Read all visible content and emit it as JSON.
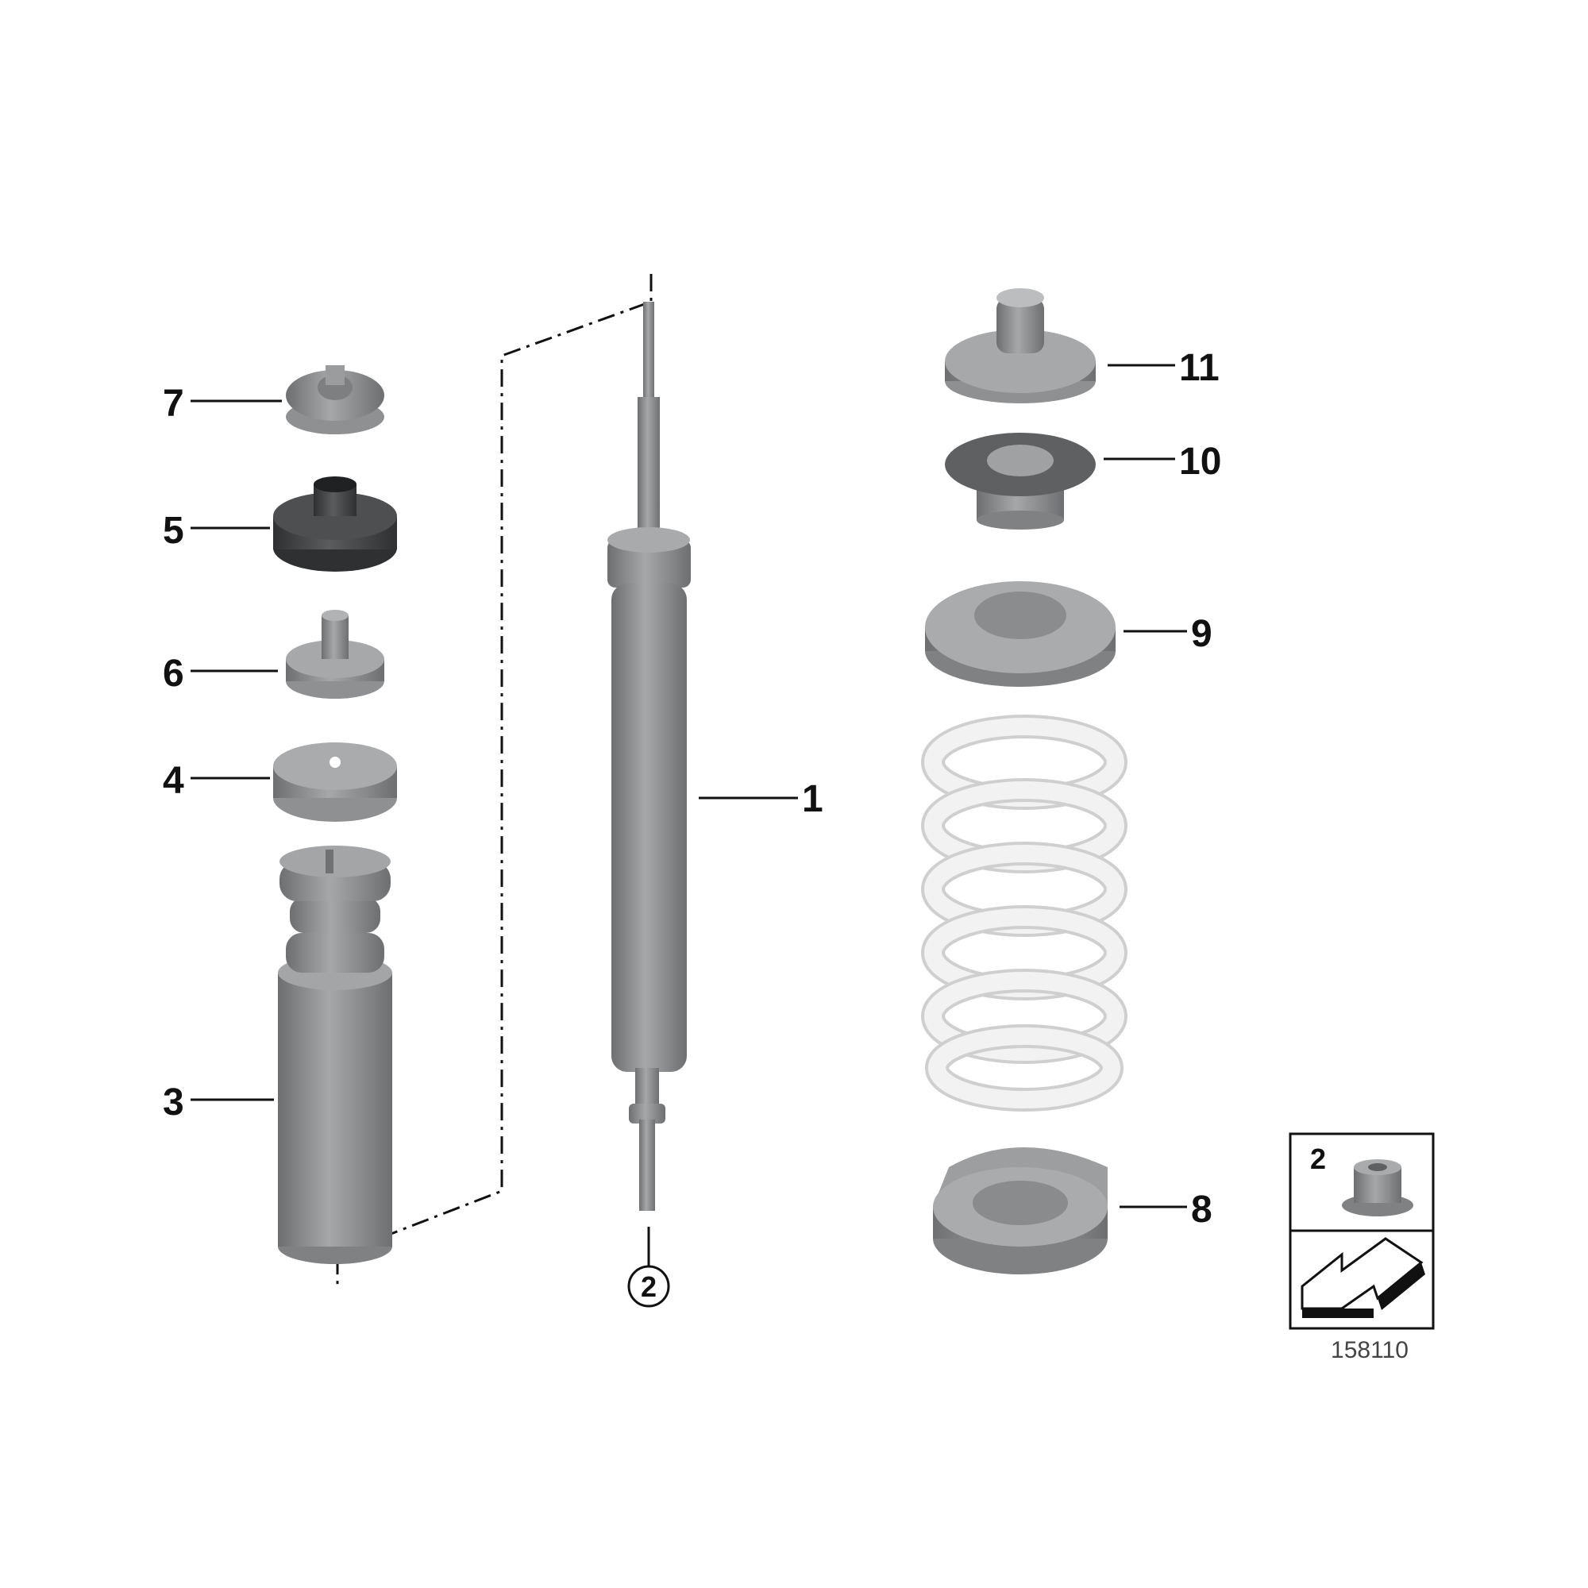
{
  "diagram": {
    "figure_number": "158110",
    "callouts": {
      "p1": "1",
      "p2_circled": "2",
      "p2_box": "2",
      "p3": "3",
      "p4": "4",
      "p5": "5",
      "p6": "6",
      "p7": "7",
      "p8": "8",
      "p9": "9",
      "p10": "10",
      "p11": "11"
    },
    "colors": {
      "metal": "#8f9193",
      "metal_dark": "#6f7173",
      "metal_light": "#b7b9bb",
      "rubber": "#3d3f41",
      "spring": "#f1f1f1",
      "spring_edge": "#cfcfcf",
      "line": "#111111"
    }
  }
}
